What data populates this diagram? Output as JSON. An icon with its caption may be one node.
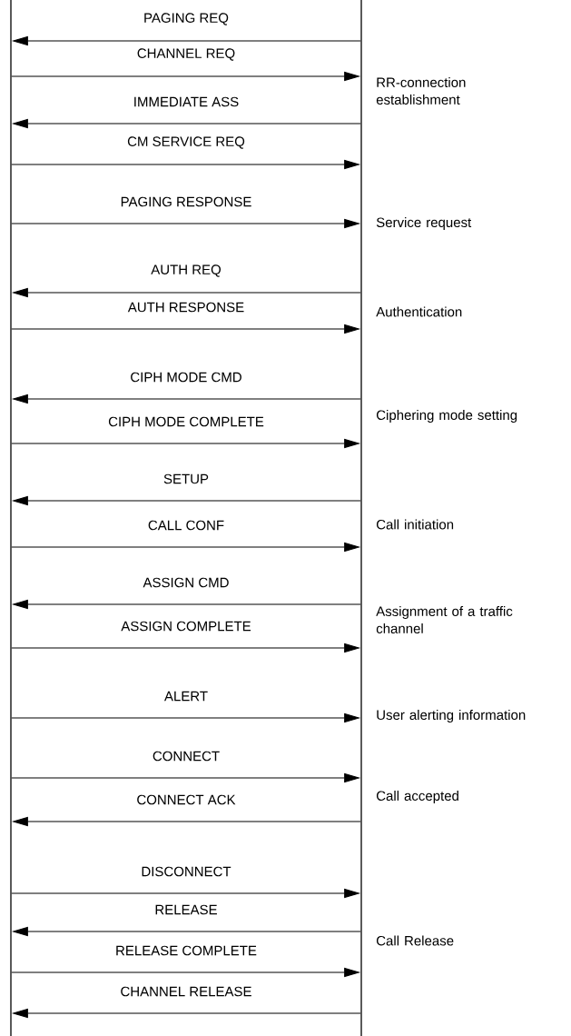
{
  "diagram": {
    "nodes": [
      {
        "text": [],
        "shape": "bar"
      },
      {
        "text": [],
        "shape": "bar"
      }
    ],
    "edges": [
      {
        "from": 1,
        "to": 0,
        "arrow": "to",
        "label": "PAGING REQ"
      },
      {
        "from": 0,
        "to": 1,
        "arrow": "to",
        "label": "CHANNEL REQ"
      },
      {
        "from": 1,
        "to": 0,
        "arrow": "to",
        "label": "IMMEDIATE ASS"
      },
      {
        "from": 0,
        "to": 1,
        "arrow": "to",
        "label": "CM SERVICE REQ"
      },
      {
        "from": 0,
        "to": 1,
        "arrow": "to",
        "label": "PAGING RESPONSE"
      },
      {
        "from": 1,
        "to": 0,
        "arrow": "to",
        "label": "AUTH REQ"
      },
      {
        "from": 0,
        "to": 1,
        "arrow": "to",
        "label": "AUTH RESPONSE"
      },
      {
        "from": 1,
        "to": 0,
        "arrow": "to",
        "label": "CIPH MODE CMD"
      },
      {
        "from": 0,
        "to": 1,
        "arrow": "to",
        "label": "CIPH MODE COMPLETE"
      },
      {
        "from": 1,
        "to": 0,
        "arrow": "to",
        "label": "SETUP"
      },
      {
        "from": 0,
        "to": 1,
        "arrow": "to",
        "label": "CALL CONF"
      },
      {
        "from": 1,
        "to": 0,
        "arrow": "to",
        "label": "ASSIGN CMD"
      },
      {
        "from": 0,
        "to": 1,
        "arrow": "to",
        "label": "ASSIGN COMPLETE"
      },
      {
        "from": 0,
        "to": 1,
        "arrow": "to",
        "label": "ALERT"
      },
      {
        "from": 0,
        "to": 1,
        "arrow": "to",
        "label": "CONNECT"
      },
      {
        "from": 1,
        "to": 0,
        "arrow": "to",
        "label": "CONNECT ACK"
      },
      {
        "from": 0,
        "to": 1,
        "arrow": "to",
        "label": "DISCONNECT"
      },
      {
        "from": 1,
        "to": 0,
        "arrow": "to",
        "label": "RELEASE"
      },
      {
        "from": 0,
        "to": 1,
        "arrow": "to",
        "label": "RELEASE COMPLETE"
      },
      {
        "from": 1,
        "to": 0,
        "arrow": "to",
        "label": "CHANNEL RELEASE"
      }
    ],
    "labels": [
      "RR-connection establishment",
      "Service request",
      "Authentication",
      "Ciphering mode setting",
      "Call initiation",
      "Assignment of a traffic channel",
      "User alerting information",
      "Call accepted",
      "Call Release"
    ]
  }
}
